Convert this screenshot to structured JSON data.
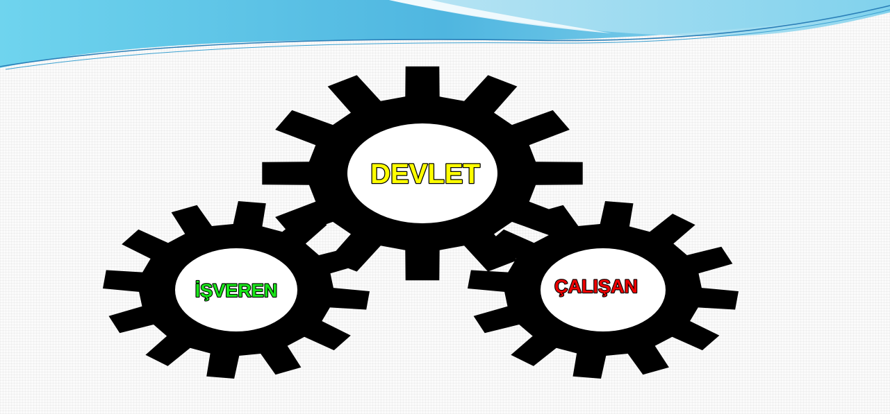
{
  "diagram": {
    "gears": [
      {
        "id": "devlet",
        "label": "DEVLET",
        "label_color": "#ffff00",
        "outline_color": "#000000"
      },
      {
        "id": "isveren",
        "label": "İŞVEREN",
        "label_color": "#19e619",
        "outline_color": "#000000"
      },
      {
        "id": "calisan",
        "label": "ÇALIŞAN",
        "label_color": "#ee0000",
        "outline_color": "#000000"
      }
    ],
    "gear_color": "#000000",
    "hub_color": "#ffffff"
  },
  "theme": {
    "wave_colors": [
      "#5ec8ea",
      "#a8e2f2",
      "#2a7fb8"
    ]
  }
}
